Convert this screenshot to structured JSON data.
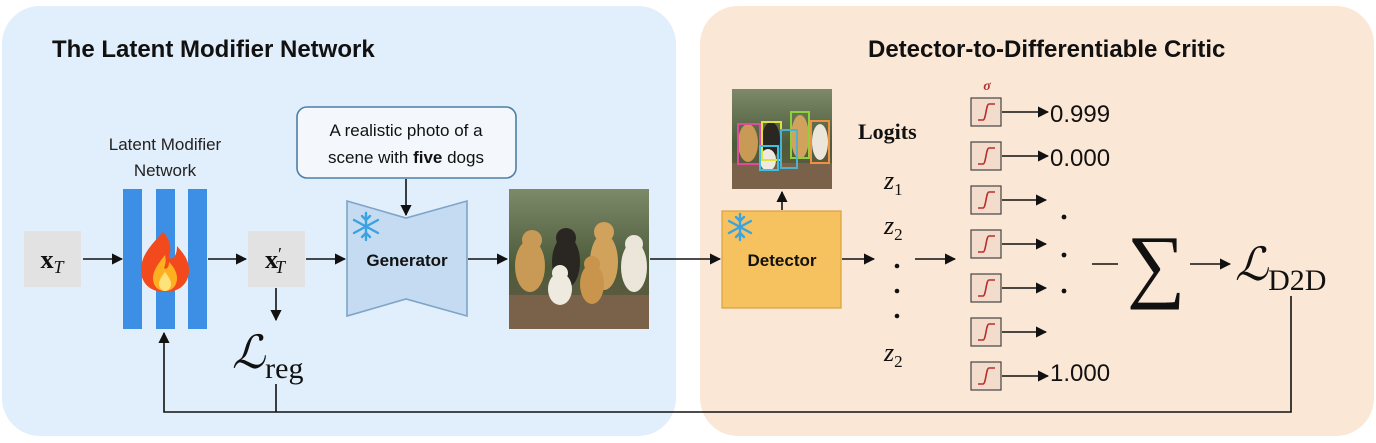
{
  "panels": {
    "left_title": "The Latent Modifier Network",
    "right_title": "Detector-to-Differentiable Critic"
  },
  "left": {
    "input_main": "x",
    "input_sub": "T",
    "network_label_line1": "Latent Modifier",
    "network_label_line2": "Network",
    "output_main": "x",
    "output_prime": "′",
    "output_sub": "T",
    "reg_loss_main": "ℒ",
    "reg_loss_sub": "reg",
    "prompt_line1": "A realistic photo of a",
    "prompt_line2_pre": "scene with ",
    "prompt_line2_bold": "five",
    "prompt_line2_post": " dogs",
    "generator_label": "Generator",
    "fire_icon": "fire",
    "snowflake_icon": "snowflake"
  },
  "right": {
    "detector_label": "Detector",
    "logits_label": "Logits",
    "z1_main": "z",
    "z1_sub": "1",
    "z2_main": "z",
    "z2_sub": "2",
    "zlast_main": "z",
    "zlast_sub": "2",
    "sigma_label": "σ",
    "out_1": "0.999",
    "out_2": "0.000",
    "out_last": "1.000",
    "sum_symbol": "∑",
    "d2d_loss_main": "ℒ",
    "d2d_loss_sub": "D2D"
  },
  "colors": {
    "left_panel_bg": "#e1eefb",
    "right_panel_bg": "#fbe7d6",
    "network_bar": "#3d8fe6",
    "generator_fill": "#c5dbf1",
    "generator_stroke": "#7ea4c8",
    "detector_fill": "#f6c15f",
    "detector_stroke": "#d9a13e",
    "latent_box": "#e2e2e2",
    "sigma_box_fill": "#f4dccd",
    "sigma_box_stroke": "#444444",
    "sigma_curve": "#b5302c",
    "snowflake": "#3aa3e0"
  }
}
